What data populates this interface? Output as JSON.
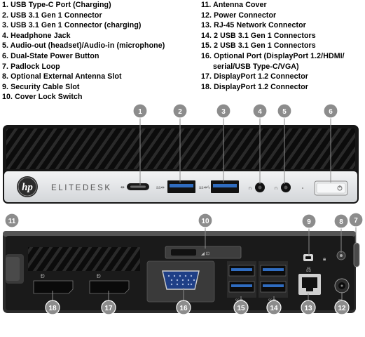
{
  "legend_left": [
    "1. USB Type-C Port (Charging)",
    "2. USB 3.1 Gen 1 Connector",
    "3. USB 3.1 Gen 1 Connector (charging)",
    "4. Headphone Jack",
    "5. Audio-out (headset)/Audio-in (microphone)",
    "6. Dual-State Power Button",
    "7. Padlock Loop",
    "8. Optional External Antenna Slot",
    "9. Security Cable Slot",
    "10. Cover Lock Switch"
  ],
  "legend_right": [
    "11. Antenna Cover",
    "12. Power Connector",
    "13. RJ-45 Network Connector",
    "14. 2 USB 3.1 Gen 1 Connectors",
    "15. 2 USB 3.1 Gen 1 Connectors",
    "16. Optional Port (DisplayPort 1.2/HDMI/",
    "serial/USB Type-C/VGA)",
    "17. DisplayPort 1.2 Connector",
    "18. DisplayPort 1.2 Connector"
  ],
  "brand": {
    "logo": "hp",
    "model": "ELITEDESK"
  },
  "callouts": {
    "c1": "1",
    "c2": "2",
    "c3": "3",
    "c4": "4",
    "c5": "5",
    "c6": "6",
    "c7": "7",
    "c8": "8",
    "c9": "9",
    "c10": "10",
    "c11": "11",
    "c12": "12",
    "c13": "13",
    "c14": "14",
    "c15": "15",
    "c16": "16",
    "c17": "17",
    "c18": "18"
  },
  "colors": {
    "callout": "#8c8c8c",
    "chassis": "#1c1c1c",
    "front_panel": "#e6e8ea"
  }
}
